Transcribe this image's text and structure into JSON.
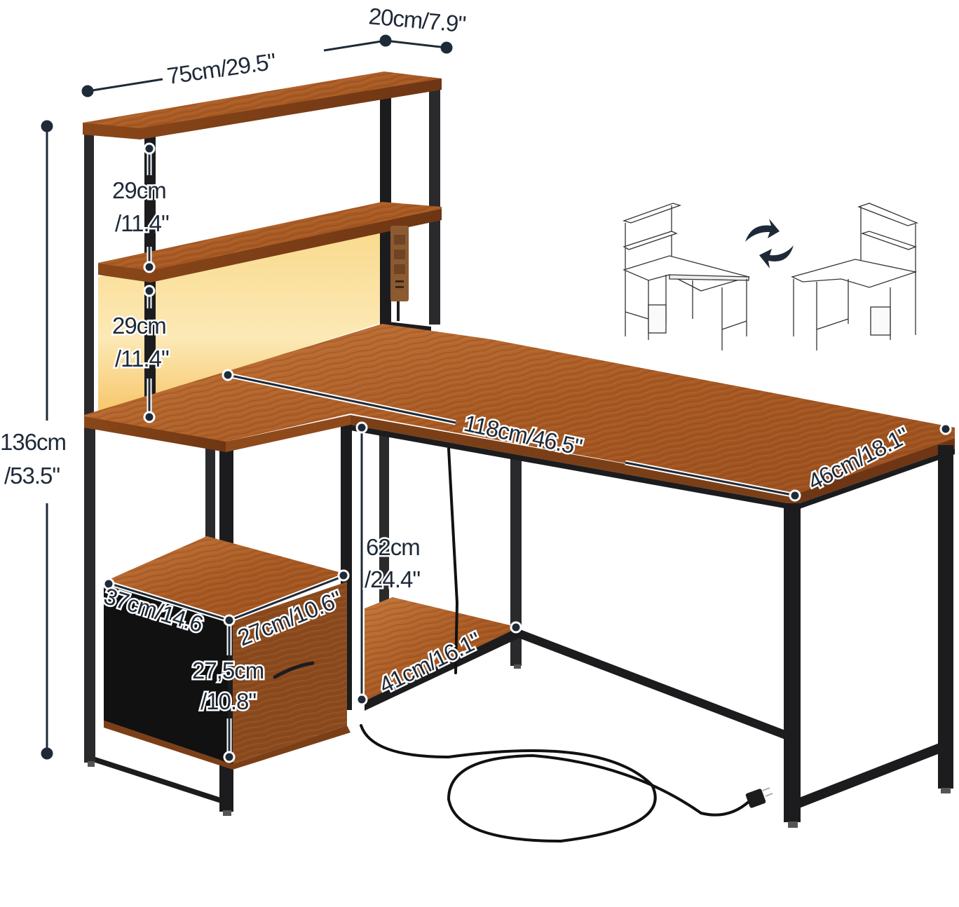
{
  "product": {
    "name": "L-shaped desk with hutch, LED light, power outlet and file drawer",
    "colors": {
      "wood": "#a85a24",
      "wood_light": "#c9783a",
      "wood_dark": "#6e3614",
      "frame": "#1c1c1e",
      "dimension": "#1f2a38",
      "led_glow": "#fbe3a0",
      "fabric_drawer": "#111111"
    }
  },
  "dimensions": {
    "hutch_width": "75cm/29.5\"",
    "hutch_depth": "20cm/7.9\"",
    "total_height_cm": "136cm",
    "total_height_in": "/53.5\"",
    "upper_shelf_gap_cm": "29cm",
    "upper_shelf_gap_in": "/11.4\"",
    "lower_shelf_gap_cm": "29cm",
    "lower_shelf_gap_in": "/11.4\"",
    "desk_length": "118cm/46.5\"",
    "desk_depth": "46cm/18.1\"",
    "knee_height_cm": "62cm",
    "knee_height_in": "/24.4\"",
    "cabinet_width": "37cm/14.6",
    "cabinet_depth": "27cm/10.6\"",
    "drawer_height_cm": "27,5cm",
    "drawer_height_in": "/10.8\"",
    "bottom_shelf_depth": "41cm/16.1\""
  },
  "features": {
    "power_strip": {
      "ac_outlets": 3,
      "usb_ports": 2
    },
    "reversible_inset": {
      "layouts": [
        "hutch-left",
        "hutch-right"
      ],
      "icon": "swap-arrows-icon"
    }
  }
}
